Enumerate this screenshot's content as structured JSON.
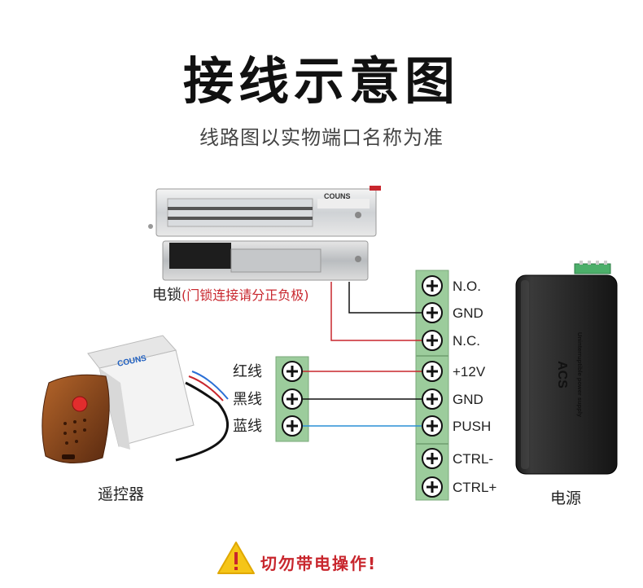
{
  "header": {
    "title": "接线示意图",
    "subtitle": "线路图以实物端口名称为准"
  },
  "lock": {
    "label": "电锁",
    "note": "(门锁连接请分正负极)",
    "brand": "COUNS"
  },
  "remote": {
    "label": "遥控器",
    "brand": "COUNS",
    "wires": [
      "红线",
      "黑线",
      "蓝线"
    ]
  },
  "power": {
    "label": "电源",
    "brand": "ACS",
    "caption": "Uninterruptible power supply",
    "terminals": [
      "N.O.",
      "GND",
      "N.C.",
      "+12V",
      "GND",
      "PUSH",
      "CTRL-",
      "CTRL+"
    ]
  },
  "warning": {
    "icon": "warning-triangle-icon",
    "text": "切勿带电操作!"
  },
  "colors": {
    "red_wire": "#c8262d",
    "black_wire": "#111111",
    "blue_wire": "#2a8fd6",
    "terminal_green": "#9ccc9c",
    "warning_red": "#c8262d",
    "warning_yellow": "#f5c518"
  }
}
